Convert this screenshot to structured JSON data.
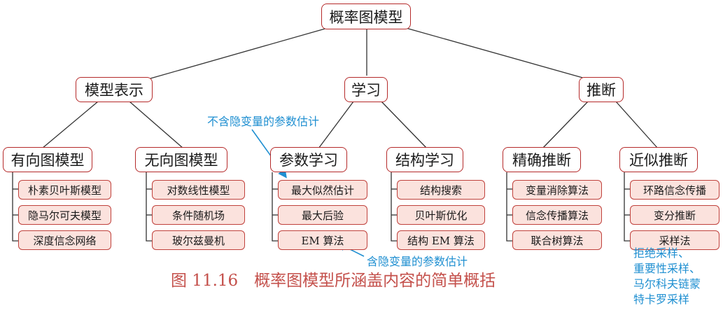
{
  "root": "概率图模型",
  "categories": [
    "模型表示",
    "学习",
    "推断"
  ],
  "groups": [
    {
      "title": "有向图模型",
      "items": [
        "朴素贝叶斯模型",
        "隐马尔可夫模型",
        "深度信念网络"
      ]
    },
    {
      "title": "无向图模型",
      "items": [
        "对数线性模型",
        "条件随机场",
        "玻尔兹曼机"
      ]
    },
    {
      "title": "参数学习",
      "items": [
        "最大似然估计",
        "最大后验",
        "EM 算法"
      ]
    },
    {
      "title": "结构学习",
      "items": [
        "结构搜索",
        "贝叶斯优化",
        "结构 EM 算法"
      ]
    },
    {
      "title": "精确推断",
      "items": [
        "变量消除算法",
        "信念传播算法",
        "联合树算法"
      ]
    },
    {
      "title": "近似推断",
      "items": [
        "环路信念传播",
        "变分推断",
        "采样法"
      ]
    }
  ],
  "annotations": {
    "no_hidden": "不含隐变量的参数估计",
    "with_hidden": "含隐变量的参数估计",
    "sampling_lines": [
      "拒绝采样、",
      "重要性采样、",
      "马尔科夫链蒙",
      "特卡罗采样"
    ]
  },
  "caption": "图 11.16　概率图模型所涵盖内容的简单概括",
  "colors": {
    "border": "#b52a2a",
    "leaf_fill": "#fbe2dd",
    "annotation": "#1f8fd1",
    "caption": "#c4504b"
  }
}
